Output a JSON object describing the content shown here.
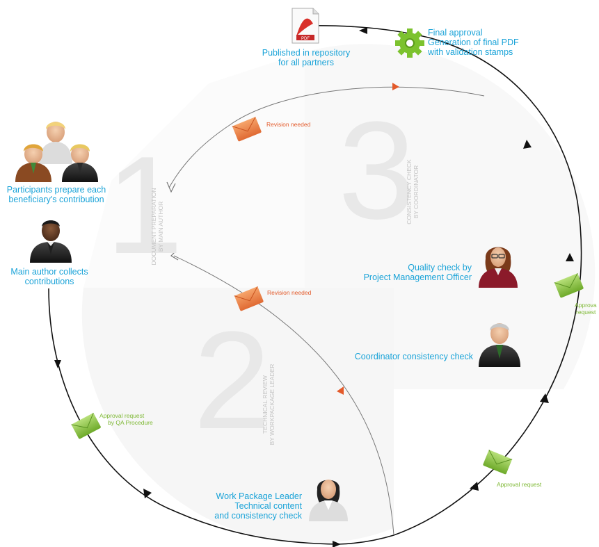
{
  "phases": [
    {
      "number": "1",
      "title": "DOCUMENT PREPARATION",
      "subtitle": "BY MAIN AUTHOR"
    },
    {
      "number": "2",
      "title": "TECHNICAL REVIEW",
      "subtitle": "BY WORKPACKAGE LEADER"
    },
    {
      "number": "3",
      "title": "CONSISTENCY CHECK",
      "subtitle": "BY COORDINATOR"
    }
  ],
  "steps": {
    "participants": [
      "Participants prepare each",
      "beneficiary's contribution"
    ],
    "main_author": [
      "Main author collects",
      "contributions"
    ],
    "wp_leader": [
      "Work Package Leader",
      "Technical content",
      "and consistency check"
    ],
    "coordinator": [
      "Coordinator consistency check"
    ],
    "quality": [
      "Quality check by",
      "Project Management Officer"
    ],
    "final": [
      "Final approval",
      "Generation of final PDF",
      "with validation stamps"
    ],
    "published": [
      "Published in repository",
      "for all partners"
    ]
  },
  "messages": {
    "revision_top": "Revision needed",
    "revision_mid": "Revision needed",
    "approval_qa": [
      "Approval  request",
      "by QA Procedure"
    ],
    "approval_bottom": "Approval request",
    "approval_right": [
      "Approva",
      "request"
    ]
  },
  "icons": {
    "pdf": "pdf-document-icon",
    "gear": "gear-icon",
    "envelope_red": "envelope-icon",
    "envelope_green": "envelope-icon",
    "people": "user-avatar-icon"
  },
  "colors": {
    "caption": "#1aa3d8",
    "revision": "#e35a2a",
    "approval": "#7db833",
    "cycle": "#111111",
    "revision_line": "#999999",
    "phase_number": "#e8e8e8"
  }
}
